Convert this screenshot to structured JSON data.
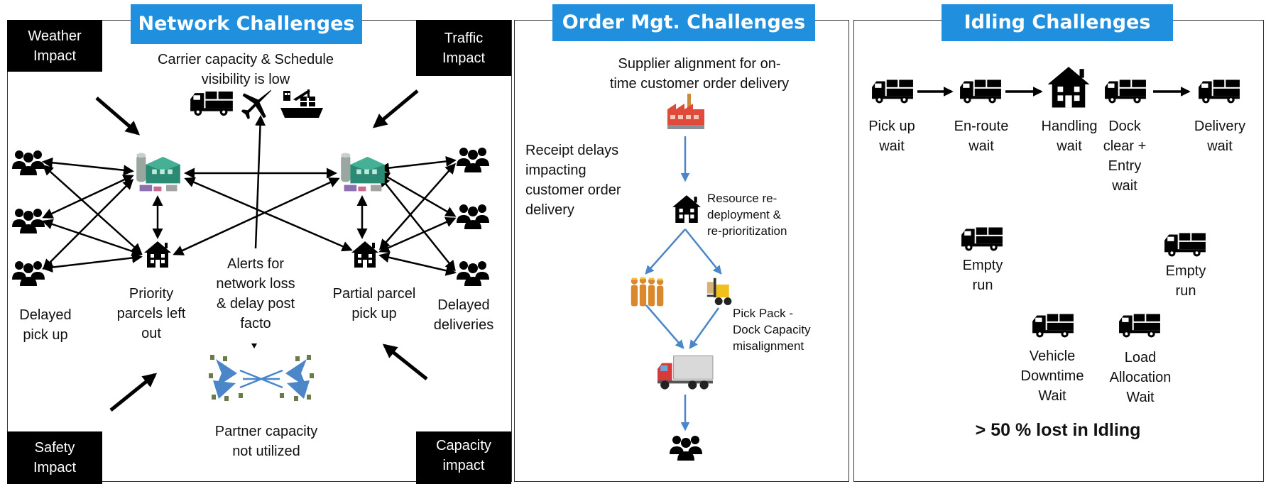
{
  "network": {
    "title": "Network Challenges",
    "corners": {
      "weather": "Weather\nImpact",
      "traffic": "Traffic\nImpact",
      "safety": "Safety\nImpact",
      "capacity": "Capacity\nimpact"
    },
    "carrier_text": "Carrier capacity & Schedule\nvisibility  is low",
    "delayed_pickup": "Delayed\npick up",
    "priority_parcels": "Priority\nparcels left\nout",
    "alerts": "Alerts for\nnetwork loss\n& delay post\nfacto",
    "partial_parcel": "Partial parcel\npick up",
    "delayed_deliveries": "Delayed\ndeliveries",
    "partner_capacity": "Partner capacity\nnot utilized"
  },
  "order": {
    "title": "Order Mgt. Challenges",
    "supplier": "Supplier alignment for on-\ntime  customer order delivery",
    "receipt": "Receipt delays\nimpacting\ncustomer order\ndelivery",
    "resource": "Resource re-\ndeployment  &\nre-prioritization",
    "pickpack": "Pick Pack -\nDock Capacity\nmisalignment"
  },
  "idling": {
    "title": "Idling Challenges",
    "stages": [
      "Pick up\nwait",
      "En-route\nwait",
      "Handling\nwait",
      "Dock\nclear +\nEntry\nwait",
      "Delivery\nwait"
    ],
    "empty_run_1": "Empty\nrun",
    "empty_run_2": "Empty\nrun",
    "vehicle_downtime": "Vehicle\nDowntime\nWait",
    "load_allocation": "Load\nAllocation\nWait",
    "summary": "> 50 % lost in Idling"
  },
  "colors": {
    "header_blue": "#1f8fde",
    "flow_blue": "#4a86c8",
    "black": "#000000"
  },
  "icons": [
    "people-icon",
    "warehouse-icon",
    "house-icon",
    "truck-icon",
    "airplane-icon",
    "ship-icon",
    "factory-icon",
    "workers-icon",
    "forklift-icon",
    "delivery-truck-icon",
    "partner-network-icon",
    "arrow-icon"
  ]
}
